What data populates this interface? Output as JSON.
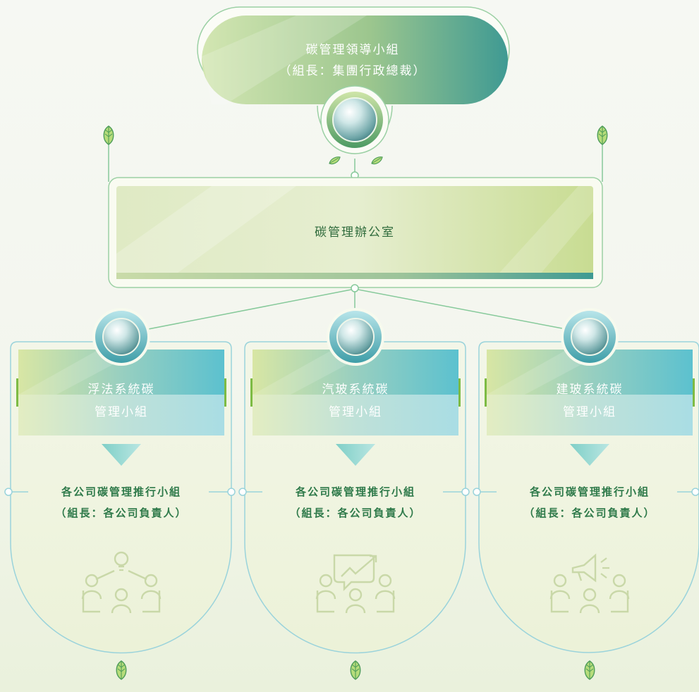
{
  "leadership": {
    "line1": "碳管理領導小組",
    "line2": "（組長：集團行政總裁）"
  },
  "office": {
    "title": "碳管理辦公室"
  },
  "systems": [
    {
      "line1": "浮法系統碳",
      "line2": "管理小組",
      "sub_line1": "各公司碳管理推行小組",
      "sub_line2": "（組長：各公司負責人）",
      "icon": "team-idea-icon"
    },
    {
      "line1": "汽玻系統碳",
      "line2": "管理小組",
      "sub_line1": "各公司碳管理推行小組",
      "sub_line2": "（組長：各公司負責人）",
      "icon": "team-growth-chart-icon"
    },
    {
      "line1": "建玻系統碳",
      "line2": "管理小組",
      "sub_line1": "各公司碳管理推行小組",
      "sub_line2": "（組長：各公司負責人）",
      "icon": "team-megaphone-icon"
    }
  ],
  "colors": {
    "teal": "#3f9a93",
    "green": "#8ec653",
    "line": "#86c99a",
    "dark_text": "#2f6b3c",
    "panel_fill": "#eef3dc"
  }
}
